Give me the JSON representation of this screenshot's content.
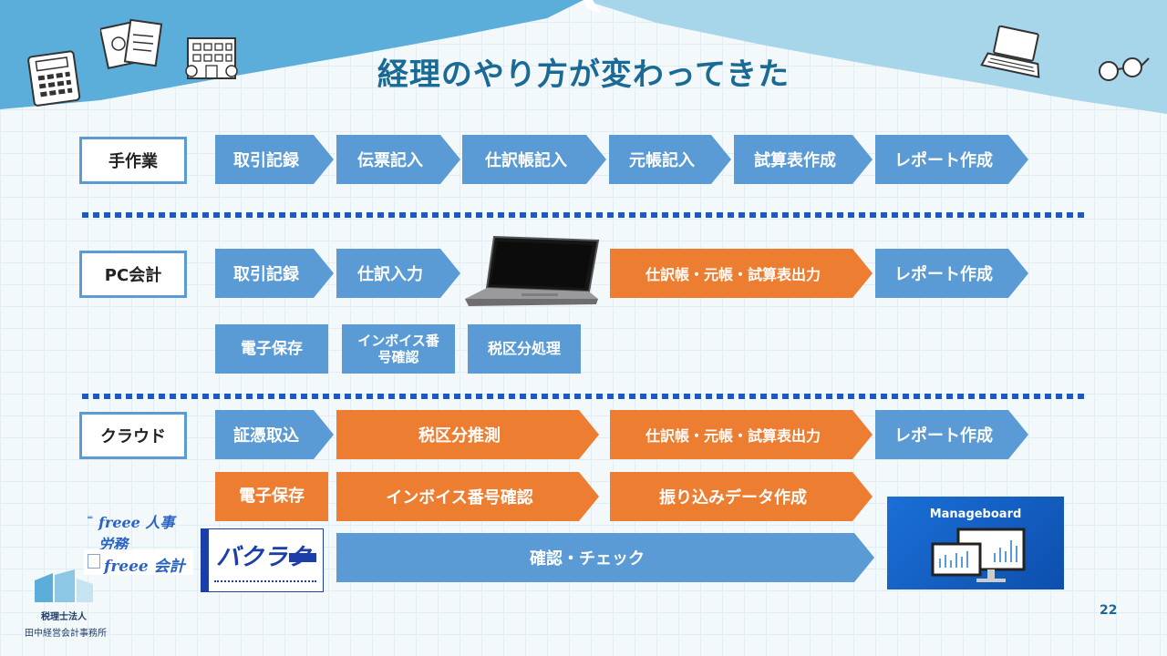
{
  "title": "経理のやり方が変わってきた",
  "page_number": "22",
  "rows": {
    "manual": {
      "label": "手作業",
      "steps": [
        "取引記録",
        "伝票記入",
        "仕訳帳記入",
        "元帳記入",
        "試算表作成",
        "レポート作成"
      ]
    },
    "pc": {
      "label": "PC会計",
      "steps": [
        "取引記録",
        "仕訳入力",
        "仕訳帳・元帳・試算表出力",
        "レポート作成"
      ],
      "sub_boxes": [
        "電子保存",
        "インボイス番号確認",
        "税区分処理"
      ]
    },
    "cloud": {
      "label": "クラウド",
      "steps": [
        "証憑取込",
        "税区分推測",
        "仕訳帳・元帳・試算表出力",
        "レポート作成"
      ],
      "sub_steps": [
        "電子保存",
        "インボイス番号確認",
        "振り込みデータ作成"
      ],
      "check": "確認・チェック"
    }
  },
  "logos": {
    "freee_hr": "freee 人事労務",
    "freee_acc": "freee 会計",
    "bakuraku": "バクラク",
    "manageboard": "Manageboard"
  },
  "firm": {
    "line1": "税理士法人",
    "line2": "田中経営会計事務所"
  },
  "colors": {
    "blue": "#5b9bd5",
    "orange": "#ed7d31",
    "title": "#1a6a96",
    "dots": "#1f57c3"
  }
}
